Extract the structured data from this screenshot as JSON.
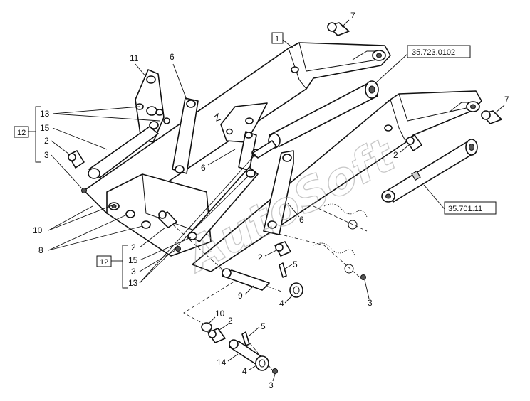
{
  "watermark": "AutoSoft",
  "assembly_box": "1",
  "refs": {
    "lift_cylinder": "35.723.0102",
    "tilt_cylinder": "35.701.11"
  },
  "group_label": "12",
  "callouts": {
    "c7_top": "7",
    "c7_right": "7",
    "c11": "11",
    "c6_link": "6",
    "c6_mid": "6",
    "c6_right": "6",
    "g_top_13": "13",
    "g_top_15": "15",
    "c2_left": "2",
    "c3_left": "3",
    "c10_left": "10",
    "c8": "8",
    "g_bot_2": "2",
    "g_bot_15": "15",
    "g_bot_3": "3",
    "g_bot_13": "13",
    "c2_right": "2",
    "c2_mid": "2",
    "c5_mid": "5",
    "c9": "9",
    "c4_mid": "4",
    "c3_right": "3",
    "c10_bot": "10",
    "c2_bot": "2",
    "c5_bot": "5",
    "c14": "14",
    "c4_bot": "4",
    "c3_bot": "3"
  }
}
